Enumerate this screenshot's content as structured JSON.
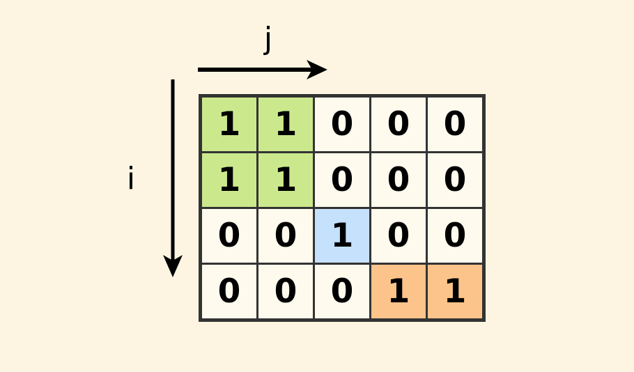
{
  "colors": {
    "background": "#fdf5e1",
    "cell_background": "#fefaed",
    "grid_line": "#333333",
    "text": "#000000",
    "highlight_green": "#cbe98c",
    "highlight_blue": "#c5e1fb",
    "highlight_orange": "#fcc48a"
  },
  "axes": {
    "column_axis_label": "j",
    "row_axis_label": "i",
    "column_axis_direction": "right",
    "row_axis_direction": "down"
  },
  "chart_data": {
    "type": "heatmap",
    "title": "",
    "xlabel": "j",
    "ylabel": "i",
    "rows": 4,
    "cols": 5,
    "values": [
      [
        1,
        1,
        0,
        0,
        0
      ],
      [
        1,
        1,
        0,
        0,
        0
      ],
      [
        0,
        0,
        1,
        0,
        0
      ],
      [
        0,
        0,
        0,
        1,
        1
      ]
    ],
    "cell_highlights": [
      [
        "green",
        "green",
        "none",
        "none",
        "none"
      ],
      [
        "green",
        "green",
        "none",
        "none",
        "none"
      ],
      [
        "none",
        "none",
        "blue",
        "none",
        "none"
      ],
      [
        "none",
        "none",
        "none",
        "orange",
        "orange"
      ]
    ],
    "legend": [],
    "grid": true
  }
}
